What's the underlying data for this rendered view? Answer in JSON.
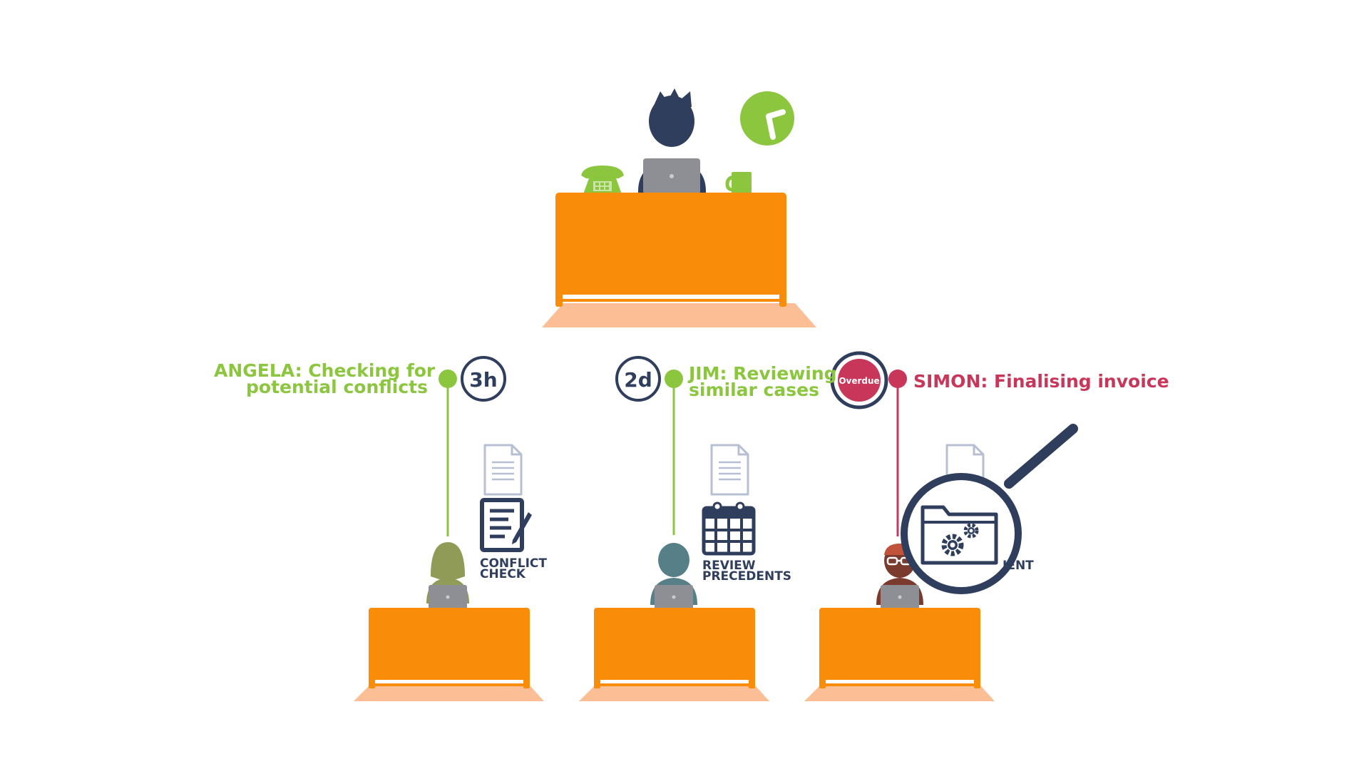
{
  "colors": {
    "desk": "#f98c08",
    "desk_shadow": "#fcbe94",
    "navy": "#2e3e5c",
    "green": "#8cc63f",
    "crimson": "#c8375a",
    "laptop": "#8d8f94",
    "paper_outline": "#b7bfd2"
  },
  "manager": {
    "icons": [
      "telephone-icon",
      "laptop-icon",
      "mug-icon",
      "clock-icon"
    ]
  },
  "tasks": [
    {
      "person": "ANGELA",
      "label_line1": "ANGELA: Checking for",
      "label_line2": "potential conflicts",
      "time_badge": "3h",
      "status": "on-track",
      "doc_label_line1": "CONFLICT",
      "doc_label_line2": "CHECK",
      "doc_icon": "document-edit-icon"
    },
    {
      "person": "JIM",
      "label_line1": "JIM: Reviewing",
      "label_line2": "similar cases",
      "time_badge": "2d",
      "status": "on-track",
      "doc_label_line1": "REVIEW",
      "doc_label_line2": "PRECEDENTS",
      "doc_icon": "calendar-icon"
    },
    {
      "person": "SIMON",
      "label_line1": "SIMON: Finalising invoice",
      "time_badge": "Overdue",
      "status": "overdue",
      "doc_label_partial": "IENT",
      "doc_icon": "folder-gears-icon"
    }
  ]
}
